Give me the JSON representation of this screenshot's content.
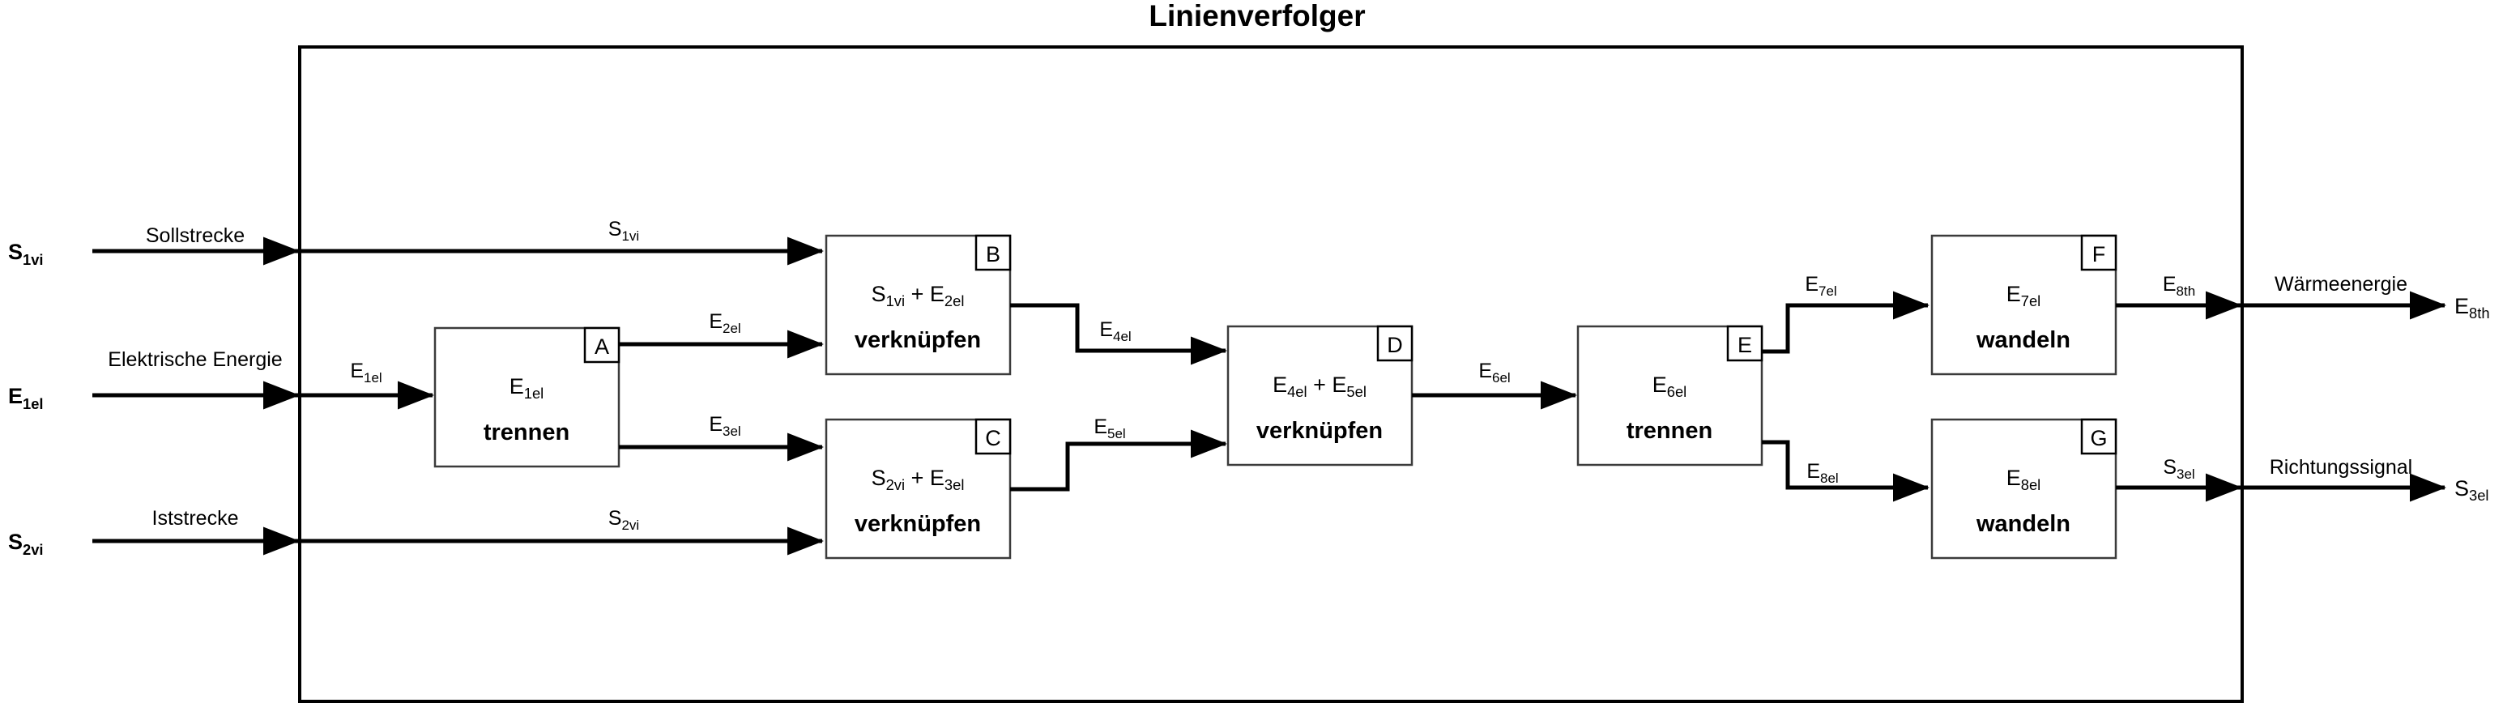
{
  "diagram": {
    "title": "Linienverfolger",
    "type": "energy-flow-block-diagram",
    "system_boundary": {
      "label": "Linienverfolger"
    },
    "inputs": [
      {
        "symbol_base": "S",
        "symbol_sub": "1vi",
        "label": "Sollstrecke",
        "internal_flow_base": "S",
        "internal_flow_sub": "1vi"
      },
      {
        "symbol_base": "E",
        "symbol_sub": "1el",
        "label": "Elektrische Energie",
        "internal_flow_base": "E",
        "internal_flow_sub": "1el"
      },
      {
        "symbol_base": "S",
        "symbol_sub": "2vi",
        "label": "Iststrecke",
        "internal_flow_base": "S",
        "internal_flow_sub": "2vi"
      }
    ],
    "outputs": [
      {
        "symbol_base": "E",
        "symbol_sub": "8th",
        "label": "Wärmeenergie",
        "internal_flow_base": "E",
        "internal_flow_sub": "8th"
      },
      {
        "symbol_base": "S",
        "symbol_sub": "3el",
        "label": "Richtungssignal",
        "internal_flow_base": "S",
        "internal_flow_sub": "3el"
      }
    ],
    "blocks": [
      {
        "tag": "A",
        "operand_base": "E",
        "operand_sub": "1el",
        "operand_extra": "",
        "verb": "trennen"
      },
      {
        "tag": "B",
        "operand_base": "S",
        "operand_sub": "1vi",
        "operand_join": "+",
        "operand2_base": "E",
        "operand2_sub": "2el",
        "verb": "verknüpfen"
      },
      {
        "tag": "C",
        "operand_base": "S",
        "operand_sub": "2vi",
        "operand_join": "+",
        "operand2_base": "E",
        "operand2_sub": "3el",
        "verb": "verknüpfen"
      },
      {
        "tag": "D",
        "operand_base": "E",
        "operand_sub": "4el",
        "operand_join": "+",
        "operand2_base": "E",
        "operand2_sub": "5el",
        "verb": "verknüpfen"
      },
      {
        "tag": "E",
        "operand_base": "E",
        "operand_sub": "6el",
        "operand_extra": "",
        "verb": "trennen"
      },
      {
        "tag": "F",
        "operand_base": "E",
        "operand_sub": "7el",
        "operand_extra": "",
        "verb": "wandeln"
      },
      {
        "tag": "G",
        "operand_base": "E",
        "operand_sub": "8el",
        "operand_extra": "",
        "verb": "wandeln"
      }
    ],
    "flows": [
      {
        "id": "f-s1vi-in",
        "base": "S",
        "sub": "1vi",
        "from": "boundary",
        "to": "B"
      },
      {
        "id": "f-e1el-in",
        "base": "E",
        "sub": "1el",
        "from": "boundary",
        "to": "A"
      },
      {
        "id": "f-s2vi-in",
        "base": "S",
        "sub": "2vi",
        "from": "boundary",
        "to": "C"
      },
      {
        "id": "f-e2el",
        "base": "E",
        "sub": "2el",
        "from": "A",
        "to": "B"
      },
      {
        "id": "f-e3el",
        "base": "E",
        "sub": "3el",
        "from": "A",
        "to": "C"
      },
      {
        "id": "f-e4el",
        "base": "E",
        "sub": "4el",
        "from": "B",
        "to": "D"
      },
      {
        "id": "f-e5el",
        "base": "E",
        "sub": "5el",
        "from": "C",
        "to": "D"
      },
      {
        "id": "f-e6el",
        "base": "E",
        "sub": "6el",
        "from": "D",
        "to": "E"
      },
      {
        "id": "f-e7el",
        "base": "E",
        "sub": "7el",
        "from": "E",
        "to": "F"
      },
      {
        "id": "f-e8el",
        "base": "E",
        "sub": "8el",
        "from": "E",
        "to": "G"
      },
      {
        "id": "f-e8th-out",
        "base": "E",
        "sub": "8th",
        "from": "F",
        "to": "boundary"
      },
      {
        "id": "f-s3el-out",
        "base": "S",
        "sub": "3el",
        "from": "G",
        "to": "boundary"
      }
    ],
    "colors": {
      "stroke": "#000000",
      "block_stroke": "#3b3b3b",
      "background": "#ffffff",
      "text": "#000000"
    }
  }
}
